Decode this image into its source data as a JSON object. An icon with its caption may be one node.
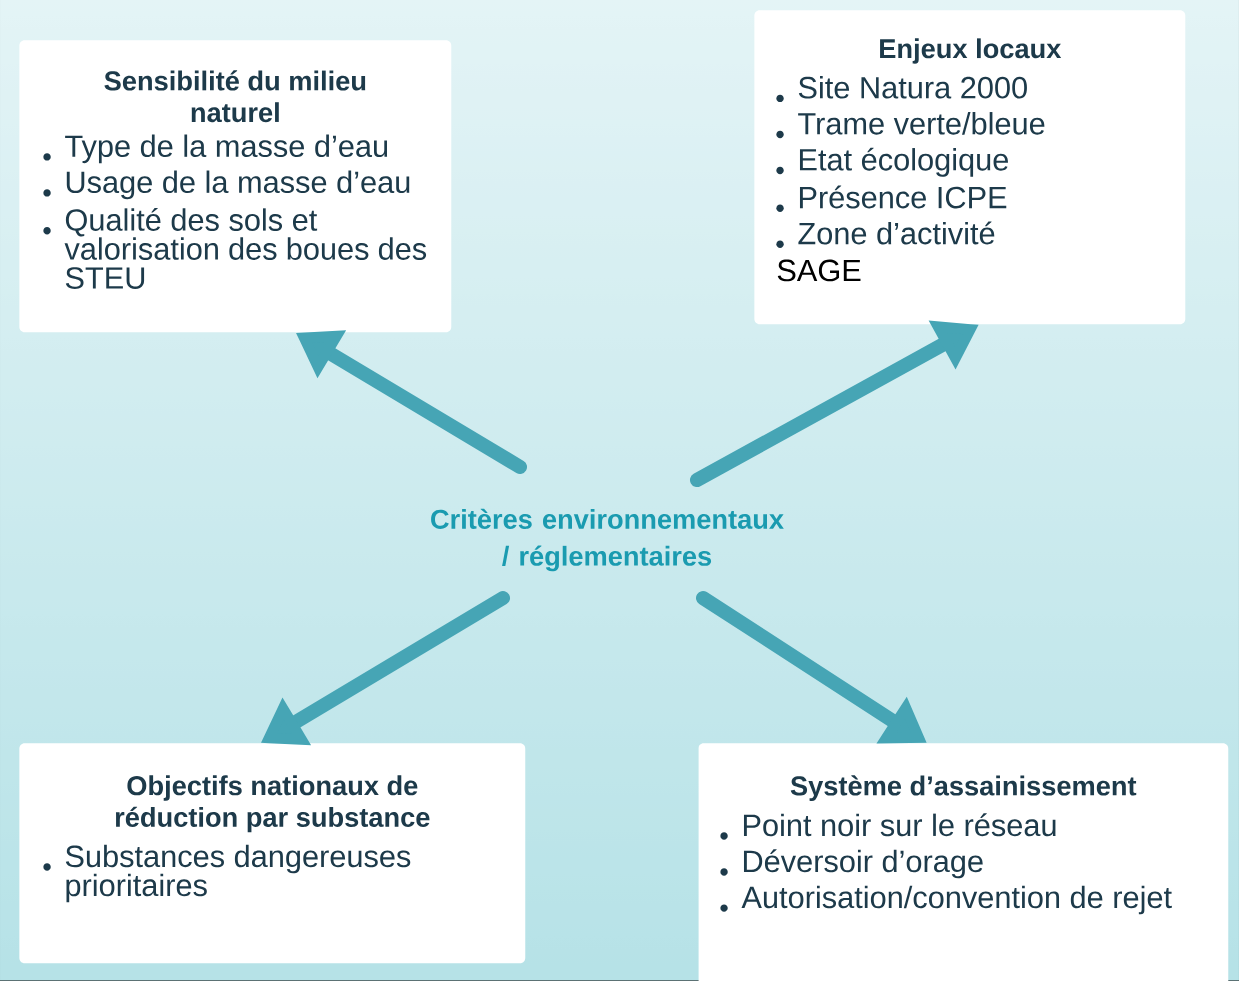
{
  "diagram": {
    "nodes": [
      {
        "text": [
          "Critères environnementaux / réglementaires"
        ]
      },
      {
        "text": [
          "Sensibilité du milieu naturel",
          "Type de la masse d’eau",
          "Usage de la masse d’eau",
          "Qualité des sols et valorisation des boues des STEU"
        ]
      },
      {
        "text": [
          "Enjeux locaux",
          "Site Natura 2000",
          "Trame verte/bleue",
          "Etat écologique",
          "Présence ICPE",
          "Zone d’activité",
          "SAGE"
        ]
      },
      {
        "text": [
          "Objectifs nationaux de réduction par substance",
          "Substances dangereuses prioritaires"
        ]
      },
      {
        "text": [
          "Système d’assainissement",
          "Point noir sur le réseau",
          "Déversoir d’orage",
          "Autorisation/convention de rejet"
        ]
      }
    ],
    "edges": [
      {
        "from": 0,
        "to": 1,
        "arrow": "to"
      },
      {
        "from": 0,
        "to": 2,
        "arrow": "to"
      },
      {
        "from": 0,
        "to": 3,
        "arrow": "to"
      },
      {
        "from": 0,
        "to": 4,
        "arrow": "to"
      }
    ]
  }
}
